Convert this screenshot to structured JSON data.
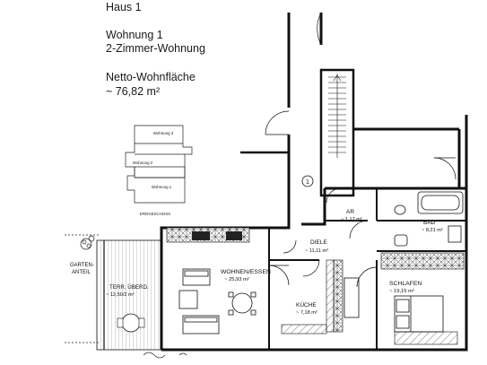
{
  "header": {
    "building": "Haus 1",
    "unit": "Wohnung 1",
    "type": "2-Zimmer-Wohnung",
    "area_label": "Netto-Wohnfläche",
    "area_value": "~ 76,82 m²"
  },
  "key_plan": {
    "labels": [
      "Wohnung 3",
      "Wohnung 2",
      "Wohnung 1"
    ],
    "floor": "ERDGESCHOSS"
  },
  "entrance_marker": "1",
  "rooms": {
    "ar": {
      "name": "AR",
      "area": "~ 1,17 m²"
    },
    "bad": {
      "name": "BAD",
      "area": "~ 8,21 m²"
    },
    "diele": {
      "name": "DIELE",
      "area": "~ 11,11 m²"
    },
    "wohnen": {
      "name": "WOHNEN/ESSEN",
      "area": "~ 25,93 m²"
    },
    "schlafen": {
      "name": "SCHLAFEN",
      "area": "~ 19,15 m²"
    },
    "kueche": {
      "name": "KÜCHE",
      "area": "~ 7,18 m²"
    },
    "terrasse": {
      "name": "TERR. ÜBERD.",
      "area": "~ 12,50/2 m²"
    },
    "garten": {
      "line1": "GARTEN-",
      "line2": "ANTEIL"
    }
  }
}
